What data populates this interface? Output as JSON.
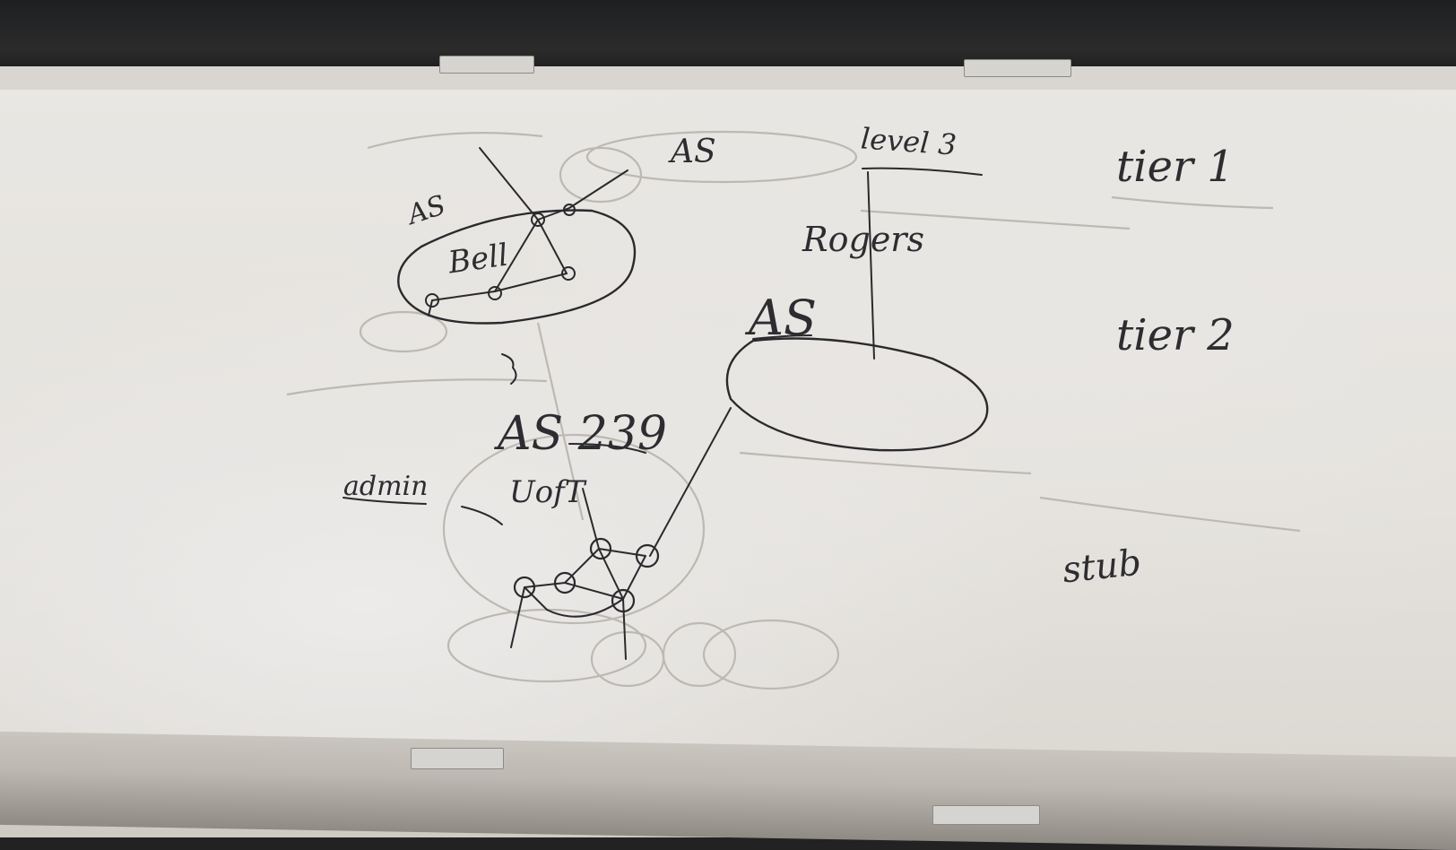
{
  "board_labels": {
    "as_top_left": "AS",
    "as_top_right": "AS",
    "bell": "Bell",
    "level3": "level 3",
    "rogers": "Rogers",
    "as_middle": "AS",
    "as_239": "AS 239",
    "admin": "admin",
    "uoft": "UofT",
    "tier1": "tier 1",
    "tier2": "tier 2",
    "stub": "stub"
  },
  "colors": {
    "marker_ink": "#2a2a2d",
    "board_surface": "#e6e3df",
    "ghost_marks": "#bdb8b2"
  }
}
